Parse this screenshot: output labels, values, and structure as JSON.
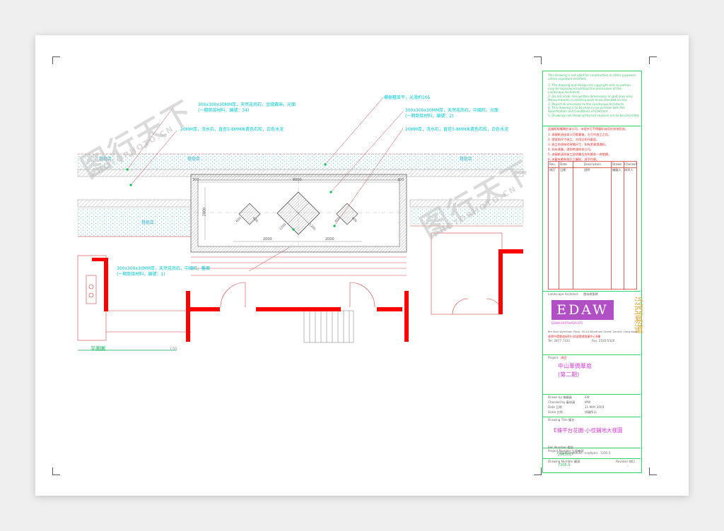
{
  "watermark": {
    "cn": "图行天下",
    "en": "PHOTOPHOTO.CN"
  },
  "annotations": {
    "a1": "300x300x30MM厚，天然花崗石，金錢黃麻，光面\n(一期劑接材料，編號：34)",
    "a2": "20MM厚，洗水石，直徑5-8MM米黃色石粒，白色水泥",
    "a3": "欄樹種苗平，光滑約105",
    "a4": "300x300x30MM厚，天然花崗石，中國紅，光面\n(一期劑接材料，編號：2)",
    "a5": "20MM厚，洗水石，直徑5-8MM米黃色石粒，白色水泥",
    "a6": "300x300x30MM厚，天然花崗石，中國紅，鑿面\n(一期劑接材料，編號：1)",
    "hedge_top_left": "種植區",
    "hedge_top_mid": "種植區",
    "hedge_top_right": "種植區",
    "hedge_mid_left": "種植區",
    "dim_total": "8000",
    "dim_left": "2000",
    "dim_right": "2000",
    "dim_side_l": "300",
    "dim_side_r": "300",
    "dim_height": "2800",
    "dim_tile_1": "600",
    "dim_tile_2": "600",
    "dim_tile_3": "1200",
    "dim_tile_4": "1200",
    "dim_tile_5": "600",
    "dim_tile_6": "600",
    "plan_title": "平面圖",
    "plan_scale": "1:50"
  },
  "title_block": {
    "notes_en": [
      "This drawing is not valid for construction or other purposes",
      "unless signature certified.",
      "1. The drawing and design are copyright and no portion",
      "   may be reproduced without the permission of the",
      "   Landscape Architects.",
      "2. Do not scale. Use written dimensions or grid lines only.",
      "   Measurements in existing work to be checked on site.",
      "3. Report all omissions to the Landscape Architects.",
      "4. This drawing is to be read in conjunction with the",
      "   Specification and Conditions of Contract.",
      "5. Drawings not showing the last revision are to be cancelled."
    ],
    "notes_cn_title": "此圖紙版權屬於本公司，未經許可不得翻印或用於其他用途。",
    "notes_cn": [
      "1. 本圖紙須由本公司簽署後，方可作施工之用。",
      "2. 請依照尺寸施工，勿用比例尺量度。",
      "3. 施工前須核對現場尺寸，如有差異請通知。",
      "4. 如有遺漏，請即時通知本公司。",
      "5. 本圖紙須與施工說明書及合約條款一併閱讀。",
      "6. 未載有最新修訂之圖紙，須予作廢。"
    ],
    "rev_headers": [
      "Rev.",
      "Date",
      "Description",
      "Drawn",
      "Checked"
    ],
    "rev_headers_cn": [
      "修訂",
      "日期",
      "說明",
      "繪圖人",
      "核對人"
    ],
    "architect_label": "Landscape Architect",
    "architect_label_cn": "園林建築師",
    "logo": "EDAW",
    "logo_sub": "EDAW EARTHASIA LTD",
    "brand_cn": "泛亞易道",
    "address": "6th floor Wyndham Place, 40-44 Wyndham Street, Central, Hong Kong",
    "address_cn": "香港中環雲咸街40-44號雲咸商業中心6樓",
    "tel": "Tel: 2877 7333",
    "fax": "Fax: 2520 5320",
    "project_label": "Project",
    "project_label_cn": "項目",
    "project": "中山華僑華庭",
    "project_phase": "(第二期)",
    "drawn_label": "Drawn by 繪圖員",
    "drawn": "EW",
    "checked_label": "Checked by 審核員",
    "checked": "WW",
    "date_label": "Date 日期",
    "date": "21 MAY 2003",
    "scale_label": "Scale 比例",
    "scale": "如圖所示",
    "title_label": "Drawing Title 圖名",
    "drawing_title": "E棟平台花園-小徑鋪地大樣圖",
    "project_no_label": "Project Number 工程編號",
    "project_no": "200302?",
    "drawing_no_label": "Drawing Number 圖號",
    "drawing_no": "7205.5",
    "revision_label": "Revision 修訂",
    "revision": "-",
    "ref_label": "Ref. Number 檔號",
    "ref": "F:\\(J2003)\\20030...\\cad\\pln\\...7205.5"
  },
  "colors": {
    "wall": "#ff0000",
    "annotation": "#00c8d2",
    "linework": "#d03030",
    "titleblock": "#2fd36b",
    "logo": "#b050c4",
    "brand": "#e0a22c"
  }
}
